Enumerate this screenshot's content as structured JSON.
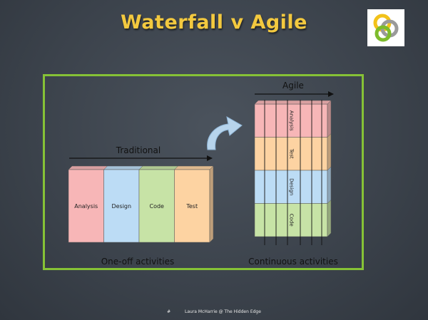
{
  "slide": {
    "title": "Waterfall v Agile",
    "footer_number": "#",
    "footer_text": "Laura McHarrie @ The Hidden Edge"
  },
  "traditional": {
    "label": "Traditional",
    "caption": "One-off activities",
    "phases": [
      {
        "label": "Analysis",
        "color": "#f7b6b7"
      },
      {
        "label": "Design",
        "color": "#bcdcf5"
      },
      {
        "label": "Code",
        "color": "#c7e3a6"
      },
      {
        "label": "Test",
        "color": "#fdd3a2"
      }
    ]
  },
  "agile": {
    "label": "Agile",
    "caption": "Continuous activities",
    "phases": [
      {
        "label": "Analysis",
        "color": "#f7b6b7"
      },
      {
        "label": "Test",
        "color": "#fdd3a2"
      },
      {
        "label": "Design",
        "color": "#bcdcf5"
      },
      {
        "label": "Code",
        "color": "#c7e3a6"
      }
    ]
  },
  "colors": {
    "frame": "#86c236",
    "title": "#f3c93f",
    "curved_arrow": "#b7d4ec"
  }
}
